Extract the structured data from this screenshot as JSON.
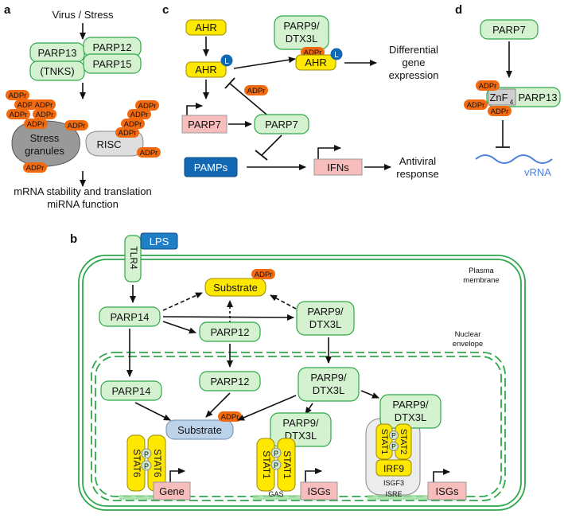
{
  "colors": {
    "green_fill": "#d5f2d0",
    "green_stroke": "#2ea84a",
    "yellow": "#ffe800",
    "adpr": "#f26a0f",
    "pink": "#f7bcbc",
    "blue_pamps": "#1368b4",
    "blue_lps": "#1f7fc6",
    "substrate_blue": "#bcd3ea",
    "granule_gray": "#999999",
    "risc_gray": "#dedede",
    "vrna_blue": "#4a7fe0"
  },
  "panel_labels": {
    "a": "a",
    "b": "b",
    "c": "c",
    "d": "d"
  },
  "common": {
    "adpr": "ADPr",
    "p": "P",
    "l": "L"
  },
  "panel_a": {
    "virus_stress": "Virus / Stress",
    "parp13": "PARP13",
    "tnks": "(TNKS)",
    "parp12": "PARP12",
    "parp15": "PARP15",
    "stress": "Stress",
    "granules": "granules",
    "risc": "RISC",
    "caption_1": "mRNA stability and translation",
    "caption_2": "miRNA function"
  },
  "panel_c": {
    "ahr": "AHR",
    "parp9": "PARP9/",
    "dtx3l": "DTX3L",
    "differential": "Differential",
    "gene": "gene",
    "expression": "expression",
    "parp7_gene": "PARP7",
    "parp7_protein": "PARP7",
    "pamps": "PAMPs",
    "ifns": "IFNs",
    "antiviral": "Antiviral",
    "response": "response"
  },
  "panel_d": {
    "parp7": "PARP7",
    "znf": "ZnF",
    "znf_sub": "4",
    "parp13": "PARP13",
    "vrna": "vRNA"
  },
  "panel_b": {
    "lps": "LPS",
    "tlr4": "TLR4",
    "plasma": "Plasma",
    "membrane": "membrane",
    "nuclear": "Nuclear",
    "envelope": "envelope",
    "substrate": "Substrate",
    "parp14": "PARP14",
    "parp12": "PARP12",
    "parp9": "PARP9/",
    "dtx3l": "DTX3L",
    "stat6": "STAT6",
    "stat1": "STAT1",
    "stat2": "STAT2",
    "irf9": "IRF9",
    "gene": "Gene",
    "isgs": "ISGs",
    "gas": "GAS",
    "isgf3": "ISGF3",
    "isre": "ISRE"
  }
}
